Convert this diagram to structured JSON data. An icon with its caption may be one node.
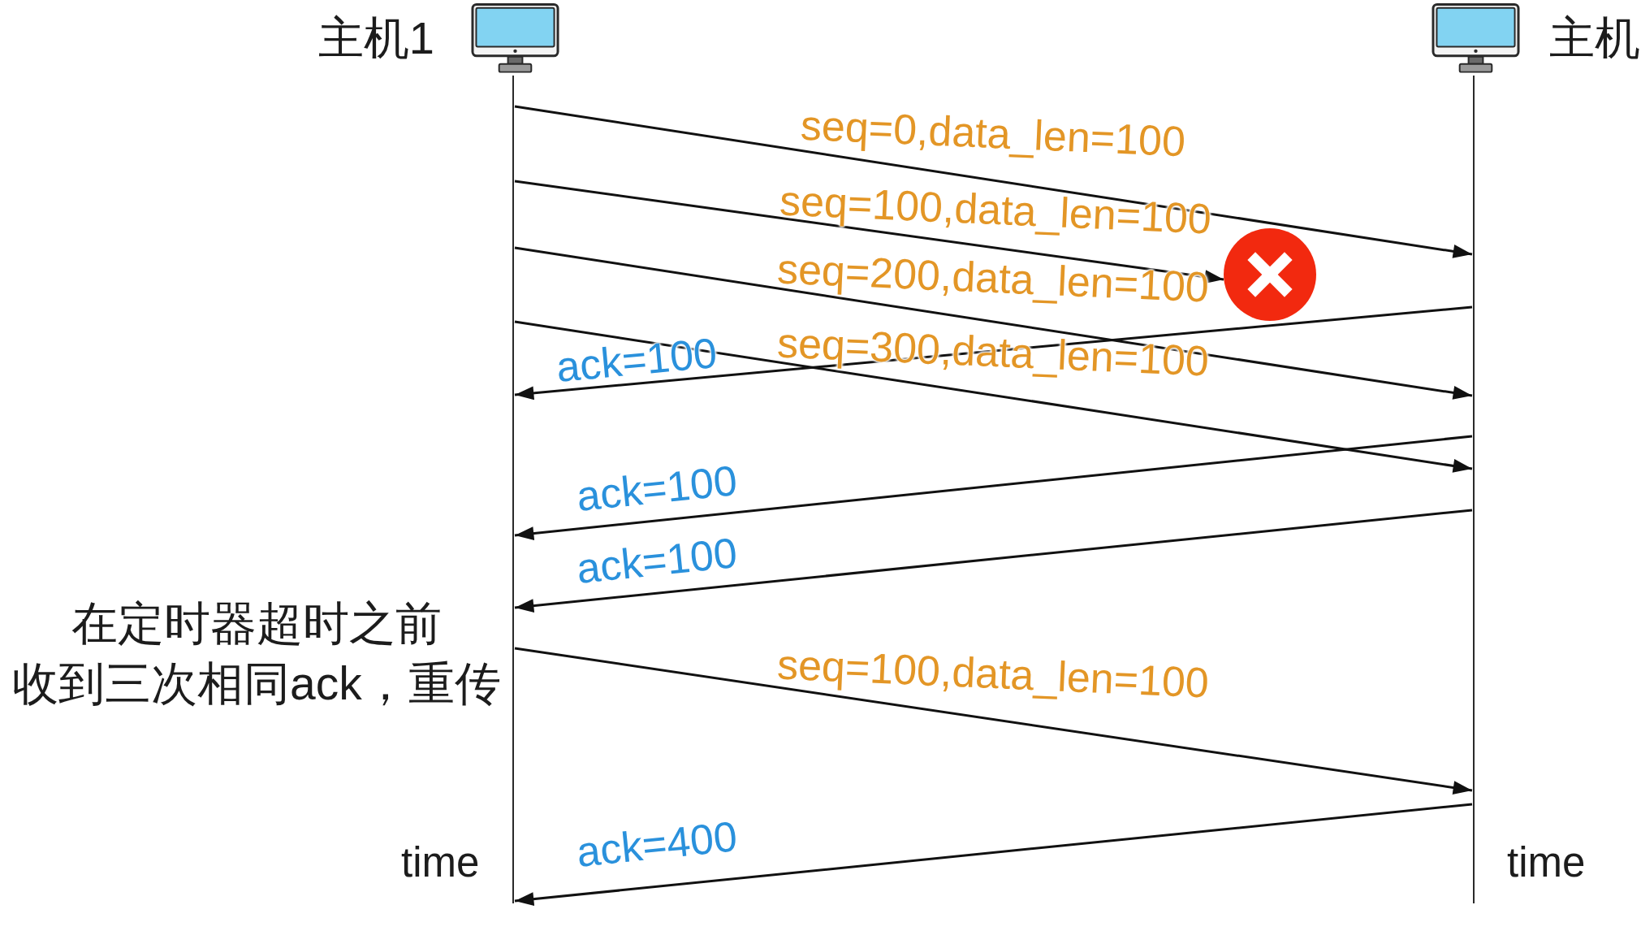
{
  "diagram": {
    "nodes": [
      {
        "text": [
          "主机1"
        ]
      },
      {
        "text": [
          "主机"
        ]
      },
      {
        "text": [],
        "shape": "circle"
      }
    ],
    "edges": [
      {
        "from": 0,
        "to": 1,
        "arrow": "to",
        "label": "seq=0,data_len=100"
      },
      {
        "from": 0,
        "to": 2,
        "arrow": "to",
        "label": "seq=100,data_len=100"
      },
      {
        "from": 0,
        "to": 1,
        "arrow": "to",
        "label": "seq=200,data_len=100"
      },
      {
        "from": 1,
        "to": 0,
        "arrow": "to",
        "label": "ack=100"
      },
      {
        "from": 0,
        "to": 1,
        "arrow": "to",
        "label": "seq=300,data_len=100"
      },
      {
        "from": 1,
        "to": 0,
        "arrow": "to",
        "label": "ack=100"
      },
      {
        "from": 1,
        "to": 0,
        "arrow": "to",
        "label": "ack=100"
      },
      {
        "from": 0,
        "to": 1,
        "arrow": "to",
        "label": "seq=100,data_len=100"
      },
      {
        "from": 1,
        "to": 0,
        "arrow": "to",
        "label": "ack=400"
      }
    ],
    "labels": [
      "在定时器超时之前收到三次相同ack，重传",
      "time",
      "time"
    ]
  }
}
